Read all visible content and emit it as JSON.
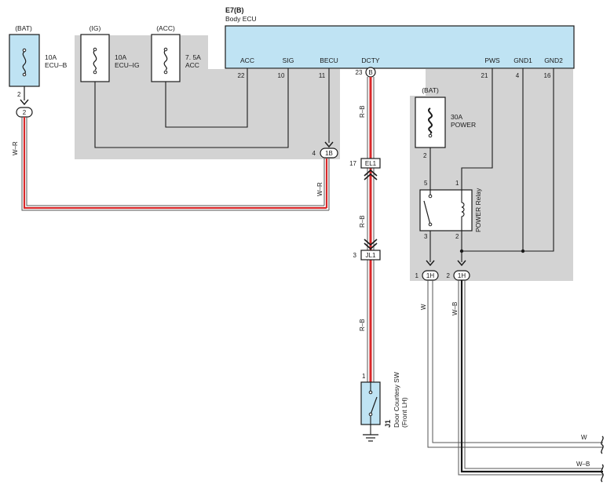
{
  "ecu": {
    "code": "E7(B)",
    "name": "Body ECU",
    "terminals": {
      "acc": {
        "name": "ACC",
        "pin": "22"
      },
      "sig": {
        "name": "SIG",
        "pin": "10"
      },
      "becu": {
        "name": "BECU",
        "pin": "11"
      },
      "dcty": {
        "name": "DCTY",
        "pin": "23",
        "badge": "B"
      },
      "pws": {
        "name": "PWS",
        "pin": "21"
      },
      "gnd1": {
        "name": "GND1",
        "pin": "4"
      },
      "gnd2": {
        "name": "GND2",
        "pin": "16"
      }
    }
  },
  "fuses": {
    "ecub": {
      "source": "(BAT)",
      "rating": "10A",
      "name": "ECU–B",
      "pin": "2",
      "connector": "2"
    },
    "ecuig": {
      "source": "(IG)",
      "rating": "10A",
      "name": "ECU–IG"
    },
    "acc": {
      "source": "(ACC)",
      "rating": "7. 5A",
      "name": "ACC"
    },
    "power": {
      "source": "(BAT)",
      "rating": "30A",
      "name": "POWER",
      "pin": "2"
    }
  },
  "relay": {
    "name": "POWER Relay",
    "pins": {
      "p5": "5",
      "p1": "1",
      "p3": "3",
      "p2": "2"
    }
  },
  "connectors": {
    "c1b": {
      "label": "1B",
      "pin": "4"
    },
    "el1": {
      "label": "EL1",
      "pin": "17"
    },
    "jl1": {
      "label": "JL1",
      "pin": "3"
    },
    "h1a": {
      "label": "1H",
      "pin": "1"
    },
    "h1b": {
      "label": "1H",
      "pin": "2"
    }
  },
  "switch": {
    "code": "J1",
    "name": "Door Courtesy SW",
    "sub": "(Front LH)",
    "pin": "1"
  },
  "wires": {
    "wr": "W–R",
    "rb": "R–B",
    "w": "W",
    "wb": "W–B"
  },
  "colors": {
    "ecu_fill": "#bfe3f3",
    "shade": "#d3d3d3",
    "red": "#d8282a"
  }
}
